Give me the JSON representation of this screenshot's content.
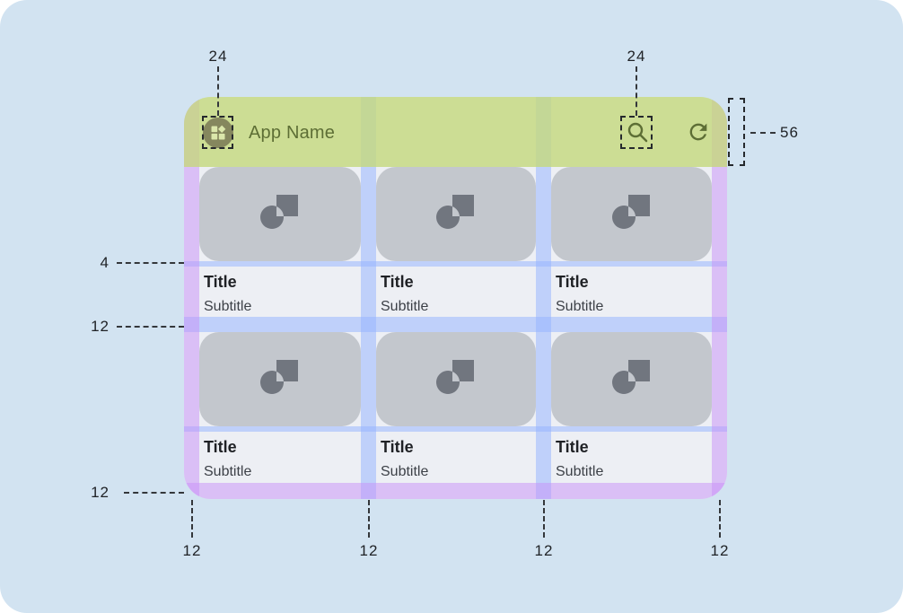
{
  "app": {
    "name": "App Name",
    "appbar": {
      "leading_icon": "dashboard-grid-icon",
      "search_icon": "search-icon",
      "refresh_icon": "refresh-icon"
    }
  },
  "cards": [
    {
      "title": "Title",
      "subtitle": "Subtitle",
      "image_icon": "shapes-placeholder-icon"
    },
    {
      "title": "Title",
      "subtitle": "Subtitle",
      "image_icon": "shapes-placeholder-icon"
    },
    {
      "title": "Title",
      "subtitle": "Subtitle",
      "image_icon": "shapes-placeholder-icon"
    },
    {
      "title": "Title",
      "subtitle": "Subtitle",
      "image_icon": "shapes-placeholder-icon"
    },
    {
      "title": "Title",
      "subtitle": "Subtitle",
      "image_icon": "shapes-placeholder-icon"
    },
    {
      "title": "Title",
      "subtitle": "Subtitle",
      "image_icon": "shapes-placeholder-icon"
    }
  ],
  "annotations": {
    "leading_icon_size": "24",
    "search_icon_size": "24",
    "appbar_height": "56",
    "image_text_gap": "4",
    "row_gap": "12",
    "bottom_row_gap": "12",
    "left_margin": "12",
    "gutter_1": "12",
    "gutter_2": "12",
    "right_margin": "12"
  },
  "colors": {
    "background": "#d2e3f1",
    "appbar_green": "#d9e6a8",
    "margin_purple": "#dfc9f7",
    "gutter_blue": "#ccd9f6",
    "card_image_gray": "#c3c7cd",
    "card_surface": "#edeff4",
    "icon_olive": "#5d6e35",
    "leading_circle_olive": "#85875e",
    "placeholder_icon_gray": "#71767f",
    "title_color": "#1f2125",
    "subtitle_color": "#3c4047",
    "annotation_color": "#202327"
  }
}
